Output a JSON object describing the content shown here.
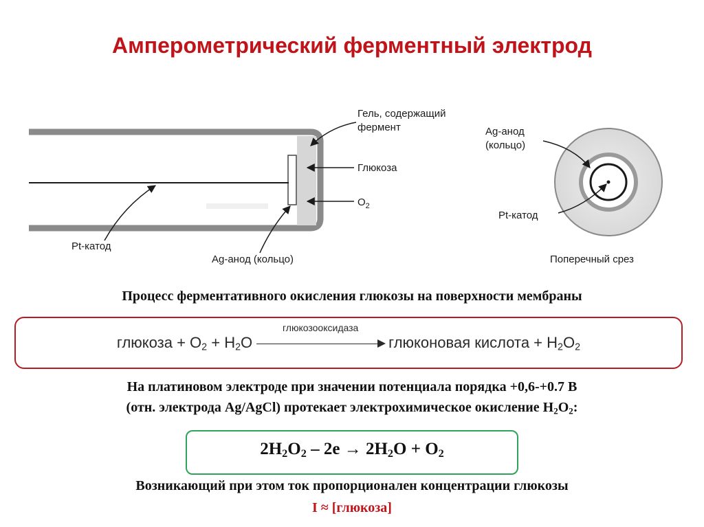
{
  "title": "Амперометрический ферментный электрод",
  "diagram": {
    "gel_label_1": "Гель, содержащий",
    "gel_label_2": "фермент",
    "glucose_label": "Глюкоза",
    "o2_label": "O",
    "o2_sub": "2",
    "pt_cathode_label": "Pt-катод",
    "ag_anode_label": "Ag-анод (кольцо)",
    "cross_ag_label_1": "Ag-анод",
    "cross_ag_label_2": "(кольцо)",
    "cross_pt_label": "Pt-катод",
    "cross_section_label": "Поперечный срез"
  },
  "process_title": "Процесс ферментативного окисления глюкозы на поверхности мембраны",
  "reaction": {
    "left_1": "глюкоза + O",
    "left_1_sub": "2",
    "left_2": " + H",
    "left_2_sub": "2",
    "left_3": "O",
    "catalyst": "глюкозооксидаза",
    "right_1": "глюконовая кислота + H",
    "right_1_sub": "2",
    "right_2": "O",
    "right_2_sub": "2"
  },
  "paragraph": {
    "line1": "На платиновом электроде при значении потенциала порядка +0,6-+0.7 В",
    "line2_a": "(отн. электрода Ag/AgCl) протекает электрохимическое окисление H",
    "line2_sub1": "2",
    "line2_b": "O",
    "line2_sub2": "2",
    "line2_c": ":"
  },
  "equation2": {
    "p1": "2H",
    "s1": "2",
    "p2": "O",
    "s2": "2",
    "p3": " – 2e → 2H",
    "s3": "2",
    "p4": "O + O",
    "s4": "2"
  },
  "conclusion": "Возникающий при этом ток пропорционален концентрации глюкозы",
  "formula": "I ≈ [глюкоза]",
  "colors": {
    "title": "#c0141b",
    "red_box": "#b51d24",
    "green_box": "#2fa35a"
  }
}
